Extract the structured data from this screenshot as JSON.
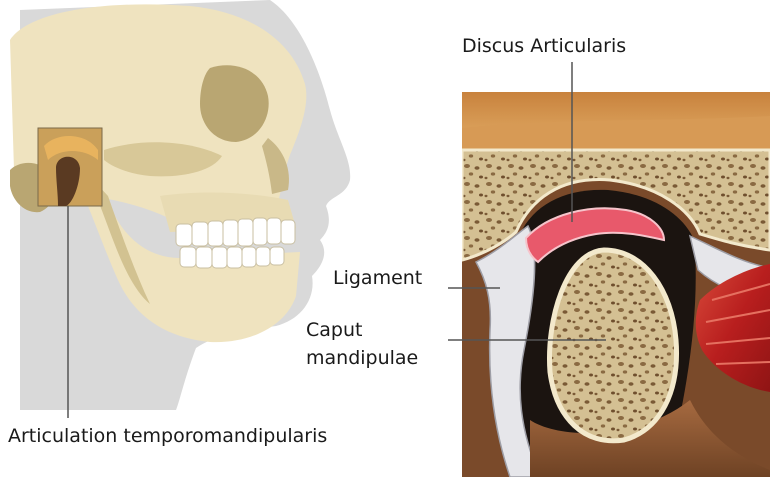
{
  "labels": {
    "joint": "Articulation temporomandipularis",
    "disc": "Discus Articularis",
    "ligament": "Ligament",
    "condyle_line1": "Caput",
    "condyle_line2": "mandipulae"
  },
  "colors": {
    "skin_silhouette": "#d9d9d9",
    "bone": "#efe3bf",
    "bone_shadow": "#b9a672",
    "teeth": "#ffffff",
    "spongy_bone": "#cdb98c",
    "spongy_pores": "#8a6a42",
    "disc": "#e8596b",
    "muscle": "#c62828",
    "ligament": "#e6e6ea",
    "tissue_brown": "#8e5c3a",
    "leader_line": "#555555"
  }
}
